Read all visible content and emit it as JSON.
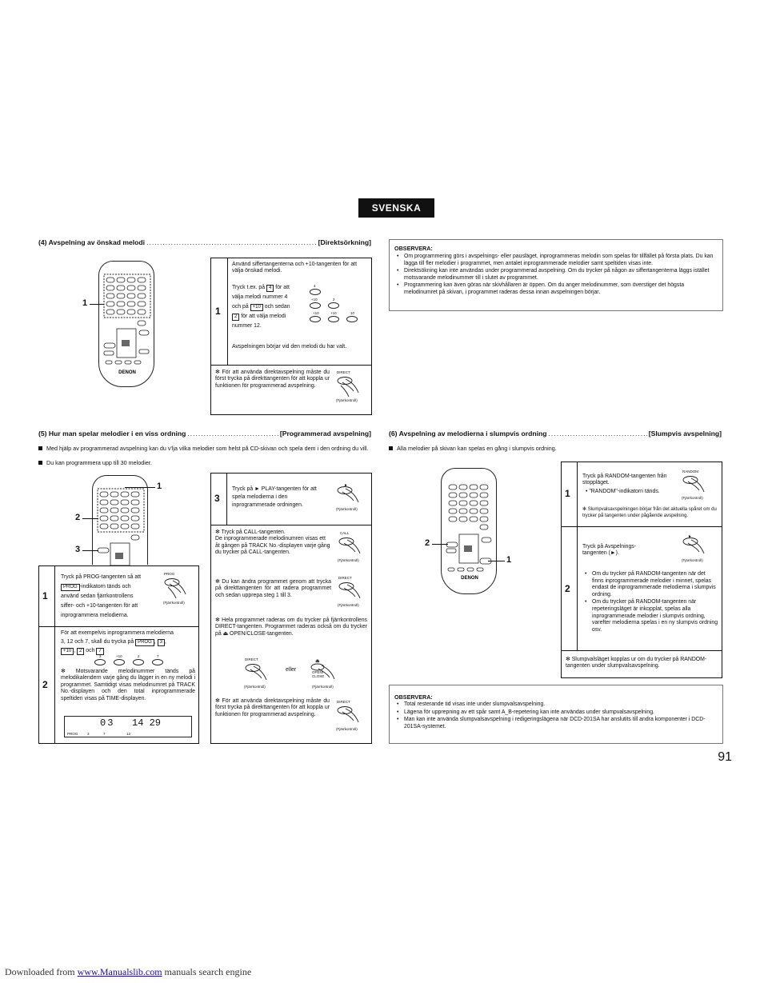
{
  "language": "SVENSKA",
  "page_number": "91",
  "footer": {
    "downloaded_from": "Downloaded from",
    "site": "www.Manualslib.com",
    "rest": "manuals search engine"
  },
  "common": {
    "remote_caption": "(Fjärrkontroll)",
    "brand": "DENON",
    "or": "eller"
  },
  "s4": {
    "title": "(4)  Avspelning av önskad melodi",
    "tag": "[Direktsörkning]",
    "callout_1": "1",
    "step_num": "1",
    "step_intro": "Använd siffertangenterna och +10-tangenten för att välja önskad melodi.",
    "step_l1a": "Tryck t.ex. på",
    "key_4": "4",
    "step_l1b": "för att",
    "step_l2": "välja melodi nummer 4",
    "step_l3a": "och på",
    "key_plus10": "+10",
    "step_l3b": "och sedan",
    "key_2": "2",
    "step_l4": "för att välja melodi",
    "step_l5": "nummer 12.",
    "step_result": "Avspelningen börjar vid den melodi du har valt.",
    "keys": {
      "k4": "4",
      "p10": "+10",
      "k2": "2",
      "a": "+10",
      "b": "+10",
      "c": "10"
    },
    "note": "För att använda direktavspelning måste du först trycka på direkttangenten för att koppla ur funktionen för programmerad avspelning.",
    "direct_label": "DIRECT"
  },
  "obs1": {
    "title": "OBSERVERA:",
    "items": [
      "Om programmering görs i avspelnings- eller pausläget, inprogrammeras melodin som spelas för tillfället på första plats. Du kan lägga till fler melodier i programmet, men antalet inprogrammerade melodier samt speltiden visas inte.",
      "Direktsökning kan inte användas under programmerad avspelning. Om du trycker på någon av siffertangenterna läggs istället motsvarande melodinummer till i slutet av programmet.",
      "Programmering kan även göras när skivhållaren är öppen. Om du anger melodinummer, som överstiger det högsta melodinumret på skivan, i programmet raderas dessa innan avspelningen börjar."
    ]
  },
  "s5": {
    "title": "(5)  Hur man spelar melodier i en viss ordning",
    "tag": "[Programmerad avspelning]",
    "bullets": [
      "Med hjälp av programmerad avspelning kan du v'lja vilka melodier som helst på CD-skivan och spela dem i den ordning du vill.",
      "Du kan programmera upp till 30 melodier."
    ],
    "callouts": {
      "c1": "1",
      "c2": "2",
      "c3": "3"
    },
    "step1_num": "1",
    "step1_a": "Tryck på PROG-tangenten så att",
    "step1_key": "PROG",
    "step1_b": "-indikatorn tänds och",
    "step1_c": "använd sedan fjärrkontrollens",
    "step1_d": "siffer- och +10-tangenten för att",
    "step1_e": "inprogrammera melodierna.",
    "prog_label": "PROG",
    "step2_num": "2",
    "step2_a": "För att exempelvis inprogrammera melodierna",
    "step2_b": "3, 12 och 7, skall du trycka på",
    "step2_k1": "PROG",
    "step2_k2": "3",
    "step2_k3": "+10",
    "step2_k4": "2",
    "step2_och": "och",
    "step2_k5": "7",
    "step2_keys": {
      "a": "3",
      "b": "+10",
      "c": "2",
      "d": "7"
    },
    "step2_note": "Motsvarande melodinummer tänds på melodikalendern varje gång du lägger in en ny melodi i programmet. Samtidigt visas melodinumret på TRACK No.-displayen och den total inprogrammerade speltiden visas på TIME-displayen.",
    "lcd": {
      "track": "03",
      "time": "14 29",
      "prog": "PROG",
      "n3": "3",
      "n7": "7",
      "n12": "12"
    },
    "step3_num": "3",
    "step3_text": "Tryck på ► PLAY-tangenten för att spela melodierna i den inprogrammerade ordningen.",
    "note_call": "Tryck på CALL-tangenten.\nDe inprogrammerade melodinumren visas ett åt gången på TRACK No.-displayen varje gång du trycker på CALL-tangenten.",
    "call_label": "CALL",
    "note_direct": "Du kan ändra programmet genom att trycka på direkttangenten för att radera programmet och sedan upprepa steg 1 till 3.",
    "direct_label": "DIRECT",
    "note_clear": "Hela programmet raderas om du trycker på fjärrkontrollens DIRECT-tangenten. Programmet raderas också om du trycker på ⏏ OPEN/CLOSE-tangenten.",
    "open_label": "OPEN/ CLOSE",
    "note_final": "För att använda direktavspelning måste du först trycka på direkttangenten för att koppla ur funktionen för programmerad avspelning."
  },
  "s6": {
    "title": "(6)  Avspelning av melodierna i slumpvis ordning",
    "tag": "[Slumpvis avspelning]",
    "bullet": "Alla melodier på skivan kan spelas en gång i slumpvis ordning.",
    "callouts": {
      "c1": "1",
      "c2": "2"
    },
    "step1_num": "1",
    "step1_a": "Tryck på RANDOM-tangenten från stoppläget.",
    "step1_b": "• \"RANDOM\"-indikatorn tänds.",
    "step1_note": "Slumpvalsavspelningen börjar från det aktuella spåret om du trycker på tangenten under pågående avspelning.",
    "random_label": "RANDOM",
    "step2_num": "2",
    "step2_a": "Tryck på Avspelnings-tangenten (►).",
    "step2_items": [
      "Om du trycker på RANDOM-tangenten när det finns inprogrammerade melodier i minnet, spelas endast de inprogrammerade melodierna i slumpvis ordning.",
      "Om du trycker på RANDOM-tangenten när repeteringsläget är inkopplat, spelas alla inprogrammerade melodier i slumpvis ordning, varefter melodierna spelas i en ny slumpvis ordning osv."
    ],
    "note": "Slumpvalsläget kopplas ur om du trycker på RANDOM- tangenten under slumpvalsavspelning."
  },
  "obs2": {
    "title": "OBSERVERA:",
    "items": [
      "Total resterande tid visas inte under slumpvalsavspelning.",
      "Lägena för upprepning av ett spår samt A_B-repetering kan inte användas under slumpvalsavspelning.",
      "Man kan inte använda slumpvalsavspelning i redigeringslägena när DCD-201SA har anslutits till andra komponenter i DCD-201SA-systemet."
    ]
  }
}
